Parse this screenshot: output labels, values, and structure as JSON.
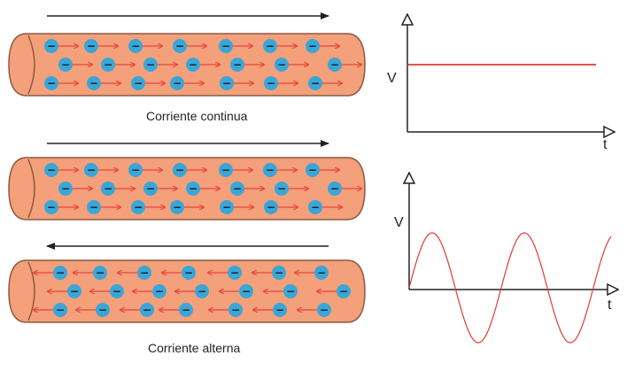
{
  "colors": {
    "tube_fill": "#f4a07a",
    "tube_stroke": "#8a5a44",
    "electron": "#3aa6d8",
    "electron_sign": "#1a1a1a",
    "drift_arrow": "#e8453c",
    "flow_arrow": "#222222",
    "signal_line": "#e53935",
    "axis": "#222222"
  },
  "direct_current": {
    "caption": "Corriente continua",
    "flow_direction": "right",
    "graph": {
      "y_axis_label": "V",
      "x_axis_label": "t",
      "signal": "constant"
    }
  },
  "alternating_current": {
    "caption": "Corriente alterna",
    "tube_directions": [
      "right",
      "left"
    ],
    "graph": {
      "y_axis_label": "V",
      "x_axis_label": "t",
      "signal": "sinusoidal"
    }
  },
  "electron_sign": "−"
}
